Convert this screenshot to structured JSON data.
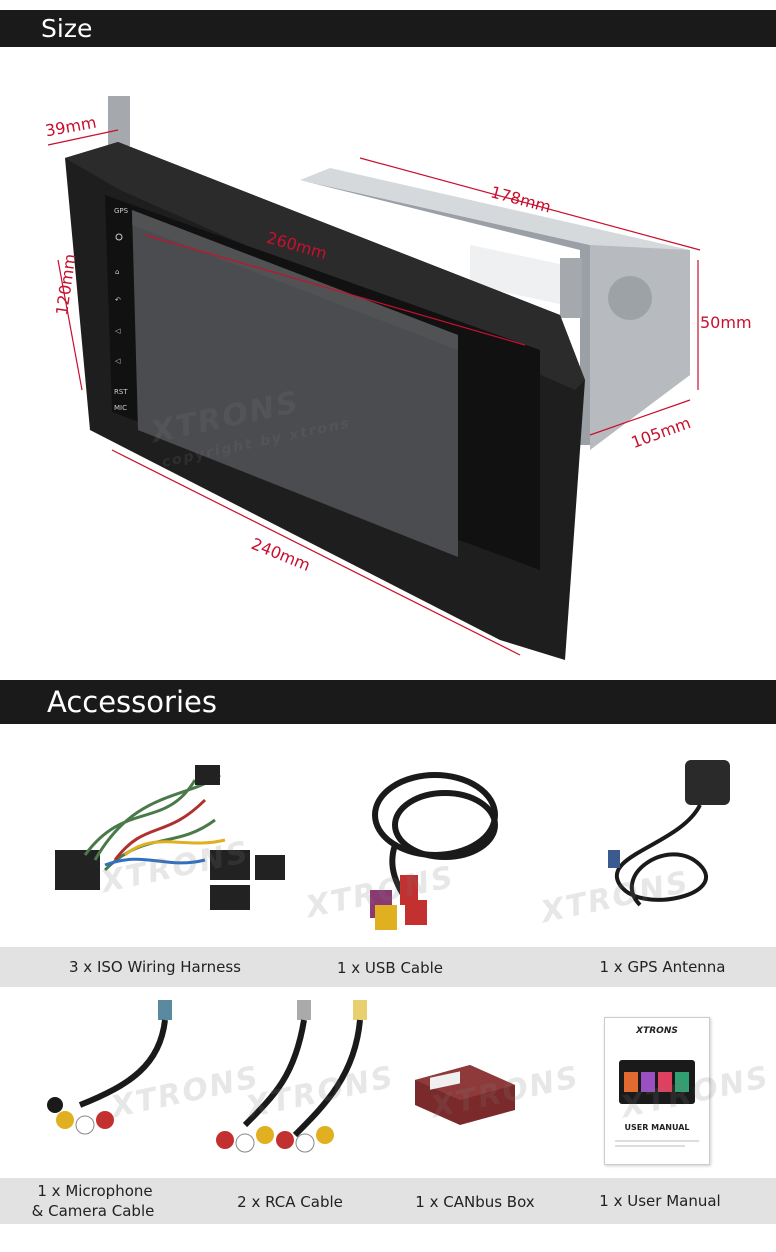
{
  "headers": {
    "size": "Size",
    "accessories": "Accessories"
  },
  "dimensions": {
    "depth_top": "39mm",
    "height_left": "120mm",
    "screen_diag": "260mm",
    "body_length": "178mm",
    "body_height": "50mm",
    "body_depth": "105mm",
    "width_bottom": "240mm"
  },
  "watermark": {
    "brand": "XTRONS",
    "copyright": "copyright by xtrons"
  },
  "accessories_row1": [
    {
      "label": "3 x ISO Wiring Harness"
    },
    {
      "label": "1 x USB Cable"
    },
    {
      "label": "1 x GPS Antenna"
    }
  ],
  "accessories_row2": [
    {
      "label_line1": "1 x Microphone",
      "label_line2": "& Camera Cable"
    },
    {
      "label": "2 x RCA Cable"
    },
    {
      "label": "1 x CANbus Box"
    },
    {
      "label": "1 x User Manual"
    }
  ],
  "manual": {
    "brand": "XTRONS",
    "title": "USER MANUAL"
  },
  "colors": {
    "header_bg": "#1a1a1a",
    "dimension_red": "#c8102e",
    "caption_band": "#e2e2e2"
  }
}
